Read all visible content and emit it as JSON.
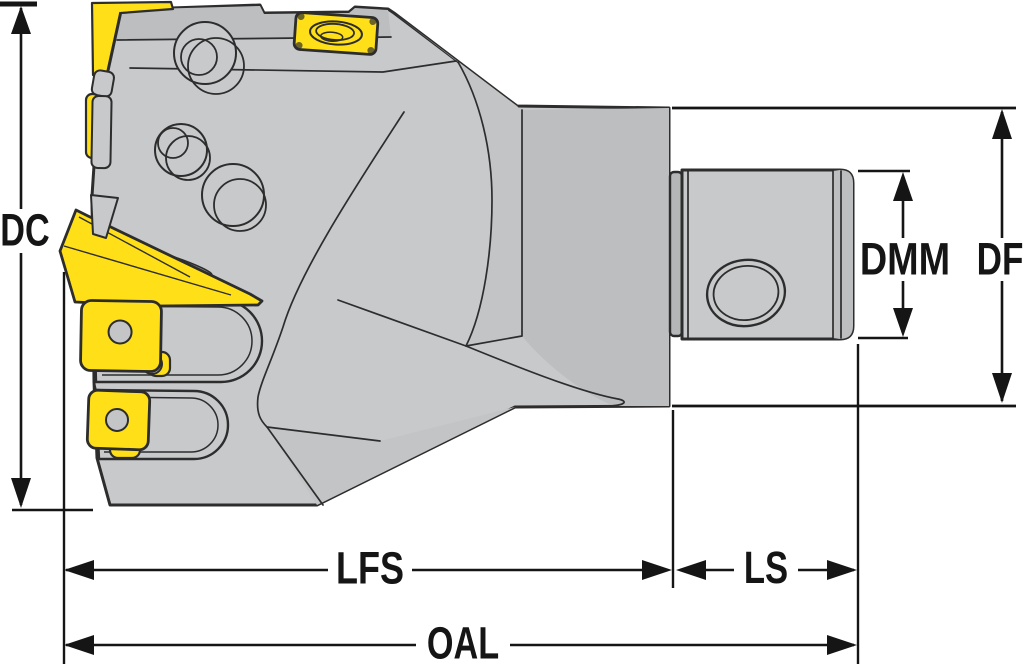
{
  "diagram": {
    "labels": {
      "dc": "DC",
      "dmm": "DMM",
      "df": "DF",
      "lfs": "LFS",
      "ls": "LS",
      "oal": "OAL"
    },
    "colors": {
      "bg": "#ffffff",
      "body": "#c7c9cb",
      "shade": "#bcbec0",
      "mid": "#c2c4c6",
      "deep": "#b4b6b8",
      "yellow": "#ffdf17",
      "hole": "#c3c5c7",
      "line": "#2d2d2d",
      "dim": "#151515"
    }
  }
}
